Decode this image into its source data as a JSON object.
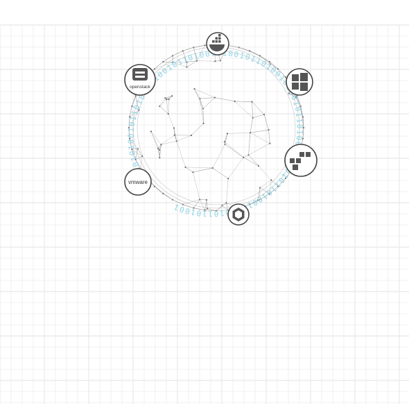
{
  "colors": {
    "background": "#ffffff",
    "grid_line": "#ececec",
    "mesh_line": "#9a9a9a",
    "binary_ring": "#8fd3e6",
    "badge_border": "#444444",
    "badge_fill": "#ffffff",
    "icon_fill": "#555555"
  },
  "binary_ring_text": "01001010010110100101001011010010100101101001010010110100101001011010010100101101001",
  "platforms": [
    {
      "id": "docker",
      "icon": "docker-whale-icon",
      "label": ""
    },
    {
      "id": "openstack",
      "icon": "openstack-icon",
      "label": "openstack"
    },
    {
      "id": "windows",
      "icon": "windows-icon",
      "label": ""
    },
    {
      "id": "aws",
      "icon": "aws-cubes-icon",
      "label": ""
    },
    {
      "id": "vmware",
      "icon": "vmware-icon",
      "label": "vmware"
    },
    {
      "id": "hexagon",
      "icon": "hexagon-icon",
      "label": ""
    }
  ]
}
